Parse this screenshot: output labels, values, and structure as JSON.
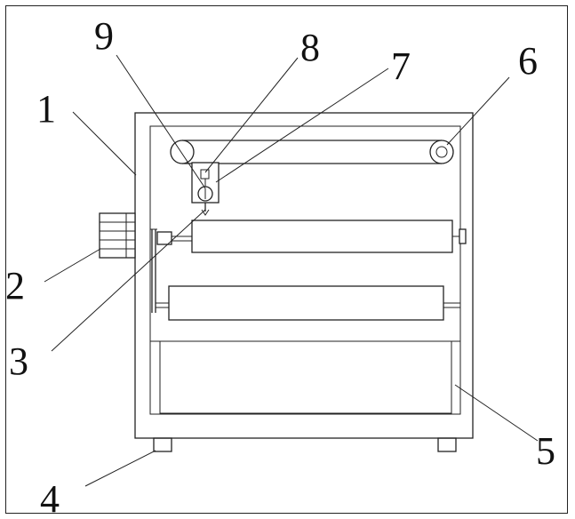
{
  "labels": {
    "n1": "1",
    "n2": "2",
    "n3": "3",
    "n4": "4",
    "n5": "5",
    "n6": "6",
    "n7": "7",
    "n8": "8",
    "n9": "9"
  }
}
